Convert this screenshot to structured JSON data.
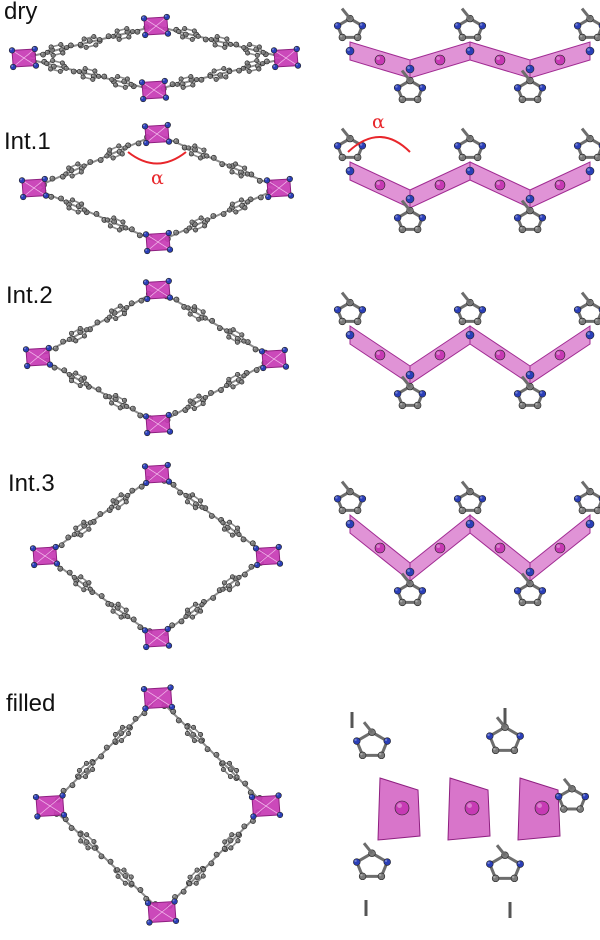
{
  "figure": {
    "stages": [
      {
        "id": "dry",
        "label": "dry"
      },
      {
        "id": "int1",
        "label": "Int.1",
        "angle_label": "α"
      },
      {
        "id": "int2",
        "label": "Int.2"
      },
      {
        "id": "int3",
        "label": "Int.3"
      },
      {
        "id": "filled",
        "label": "filled"
      }
    ],
    "colors": {
      "metal_polyhedron": "#c73ab4",
      "nitrogen": "#2b3fb8",
      "carbon": "#7a7a7a",
      "bond": "#8c8c8c",
      "angle_marker": "#e8262b"
    }
  }
}
